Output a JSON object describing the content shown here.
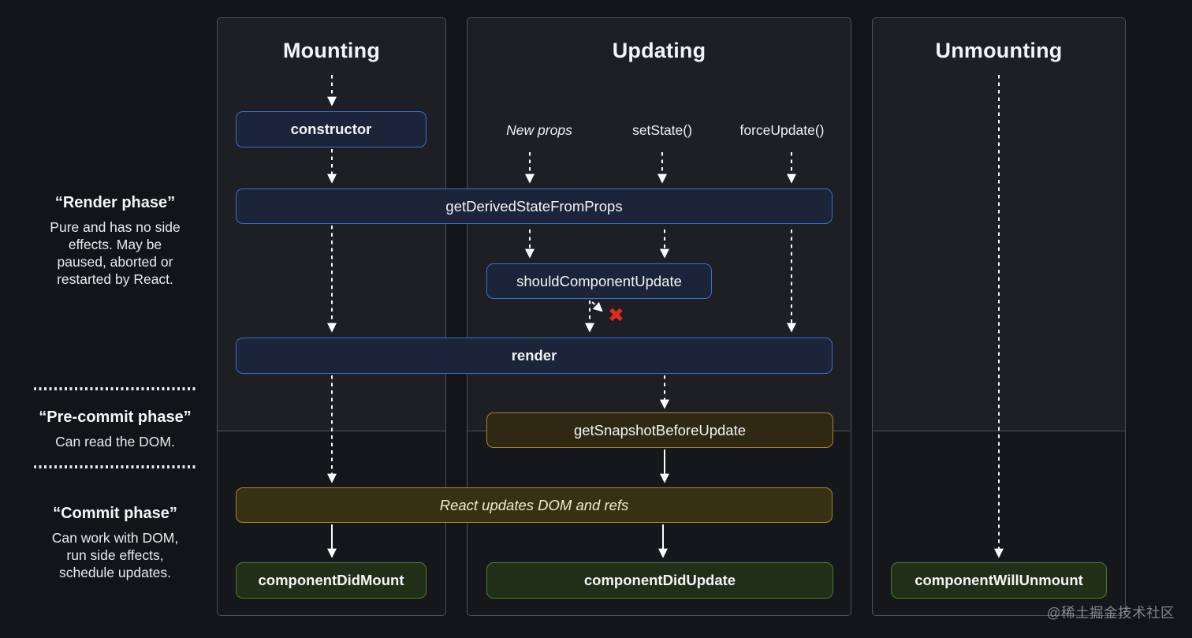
{
  "sidebar": {
    "phases": [
      {
        "title": "“Render phase”",
        "description": "Pure and has no side effects. May be paused, aborted or restarted by React."
      },
      {
        "title": "“Pre-commit phase”",
        "description": "Can read the DOM."
      },
      {
        "title": "“Commit phase”",
        "description": "Can work with DOM, run side effects, schedule updates."
      }
    ]
  },
  "columns": [
    {
      "title": "Mounting"
    },
    {
      "title": "Updating"
    },
    {
      "title": "Unmounting"
    }
  ],
  "triggers": {
    "new_props": "New props",
    "set_state": "setState()",
    "force_update": "forceUpdate()"
  },
  "boxes": {
    "ctor": "constructor",
    "get_derived_state_from_props": "getDerivedStateFromProps",
    "should_component_update": "shouldComponentUpdate",
    "render": "render",
    "get_snapshot_before_update": "getSnapshotBeforeUpdate",
    "react_updates_dom": "React updates DOM and refs",
    "component_did_mount": "componentDidMount",
    "component_did_update": "componentDidUpdate",
    "component_will_unmount": "componentWillUnmount"
  },
  "icons": {
    "skip_render_x": "✖"
  },
  "watermark": "@稀土掘金技术社区",
  "colors": {
    "page-bg": "#131418",
    "column-bg-top": "#1d1f25",
    "column-bg-bottom": "#16171b",
    "column-border": "#4e5157",
    "blue-border": "#3e6dcd",
    "blue-bg": "#1b2438",
    "gold-border": "#9d8731",
    "gold-bg": "#2f2812",
    "gold-fill-bg": "#383013",
    "gold-text": "#f1e9ce",
    "green-border": "#4d7a36",
    "green-bg": "#222f18",
    "arrow": "#ffffff",
    "x-red": "#df2a1e",
    "text": "#f2f3f5"
  }
}
